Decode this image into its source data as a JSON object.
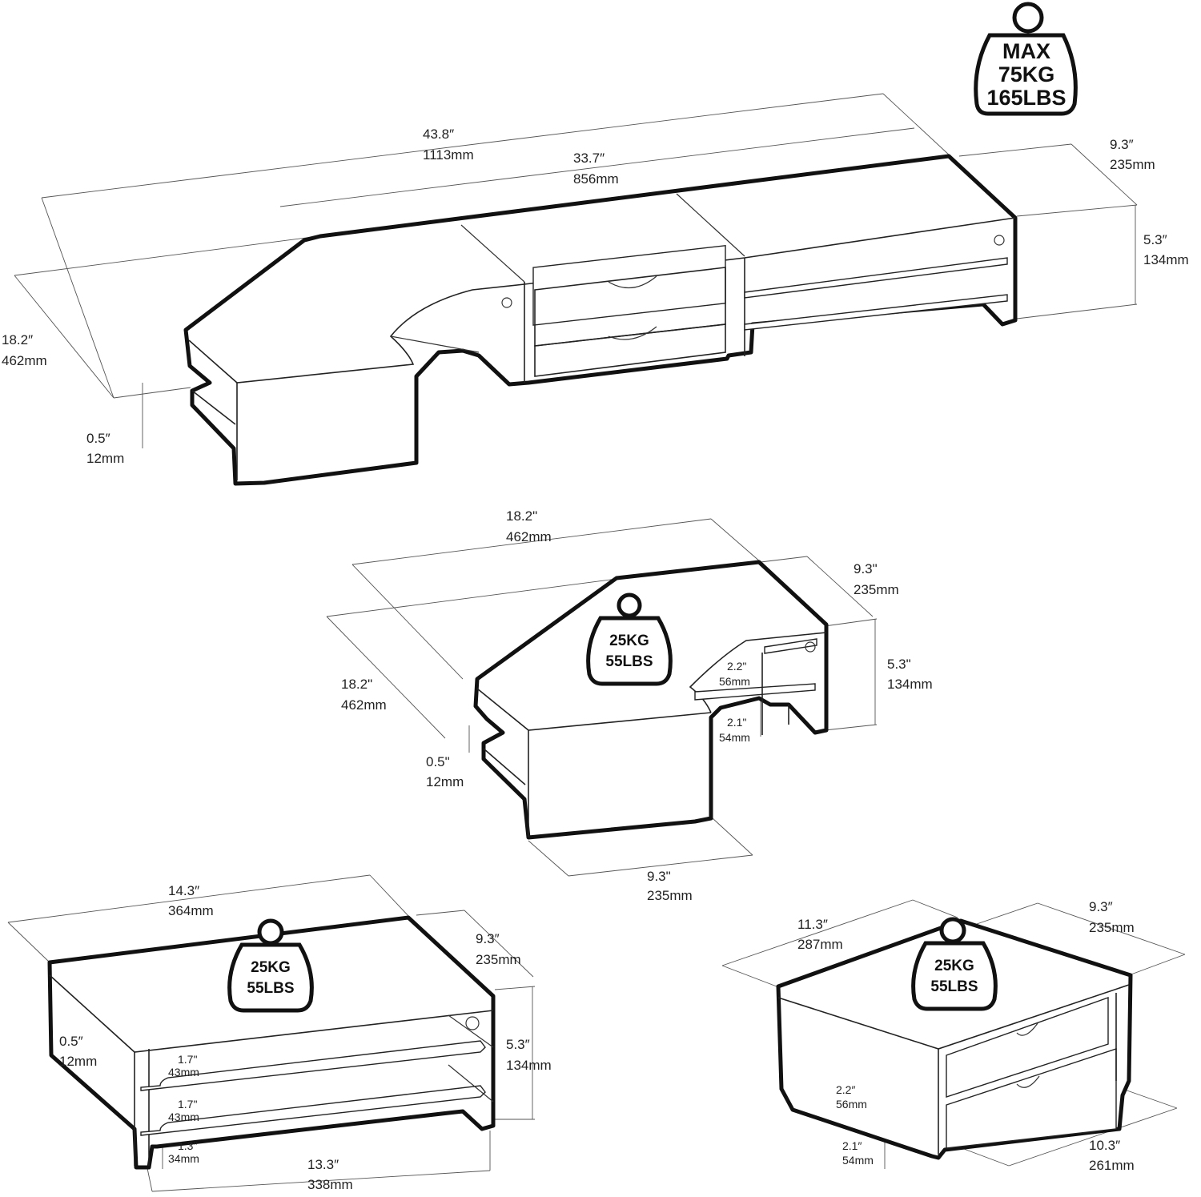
{
  "badges": {
    "max": [
      "MAX",
      "75KG",
      "165LBS"
    ],
    "unit": [
      "25KG",
      "55LBS"
    ]
  },
  "full_assembly": {
    "length_total": [
      "43.8″",
      "1113mm"
    ],
    "length_shelf": [
      "33.7″",
      "856mm"
    ],
    "depth_right": [
      "9.3″",
      "235mm"
    ],
    "height": [
      "5.3″",
      "134mm"
    ],
    "depth_left": [
      "18.2″",
      "462mm"
    ],
    "top_thickness": [
      "0.5″",
      "12mm"
    ]
  },
  "corner_unit": {
    "width": [
      "18.2\"",
      "462mm"
    ],
    "depth_arm": [
      "9.3\"",
      "235mm"
    ],
    "height": [
      "5.3\"",
      "134mm"
    ],
    "depth_left": [
      "18.2\"",
      "462mm"
    ],
    "top_thickness": [
      "0.5\"",
      "12mm"
    ],
    "shelf_upper": [
      "2.2\"",
      "56mm"
    ],
    "shelf_lower": [
      "2.1\"",
      "54mm"
    ],
    "front_width": [
      "9.3\"",
      "235mm"
    ]
  },
  "shelf_unit": {
    "width": [
      "14.3″",
      "364mm"
    ],
    "depth": [
      "9.3″",
      "235mm"
    ],
    "height": [
      "5.3″",
      "134mm"
    ],
    "top_thickness": [
      "0.5″",
      "12mm"
    ],
    "gap1": [
      "1.7\"",
      "43mm"
    ],
    "gap2": [
      "1.7\"",
      "43mm"
    ],
    "gap3": [
      "1.3\"",
      "34mm"
    ],
    "inner_width": [
      "13.3″",
      "338mm"
    ]
  },
  "drawer_unit": {
    "width": [
      "11.3″",
      "287mm"
    ],
    "depth": [
      "9.3″",
      "235mm"
    ],
    "drawer_upper": [
      "2.2″",
      "56mm"
    ],
    "drawer_lower": [
      "2.1″",
      "54mm"
    ],
    "front_width": [
      "10.3″",
      "261mm"
    ]
  }
}
